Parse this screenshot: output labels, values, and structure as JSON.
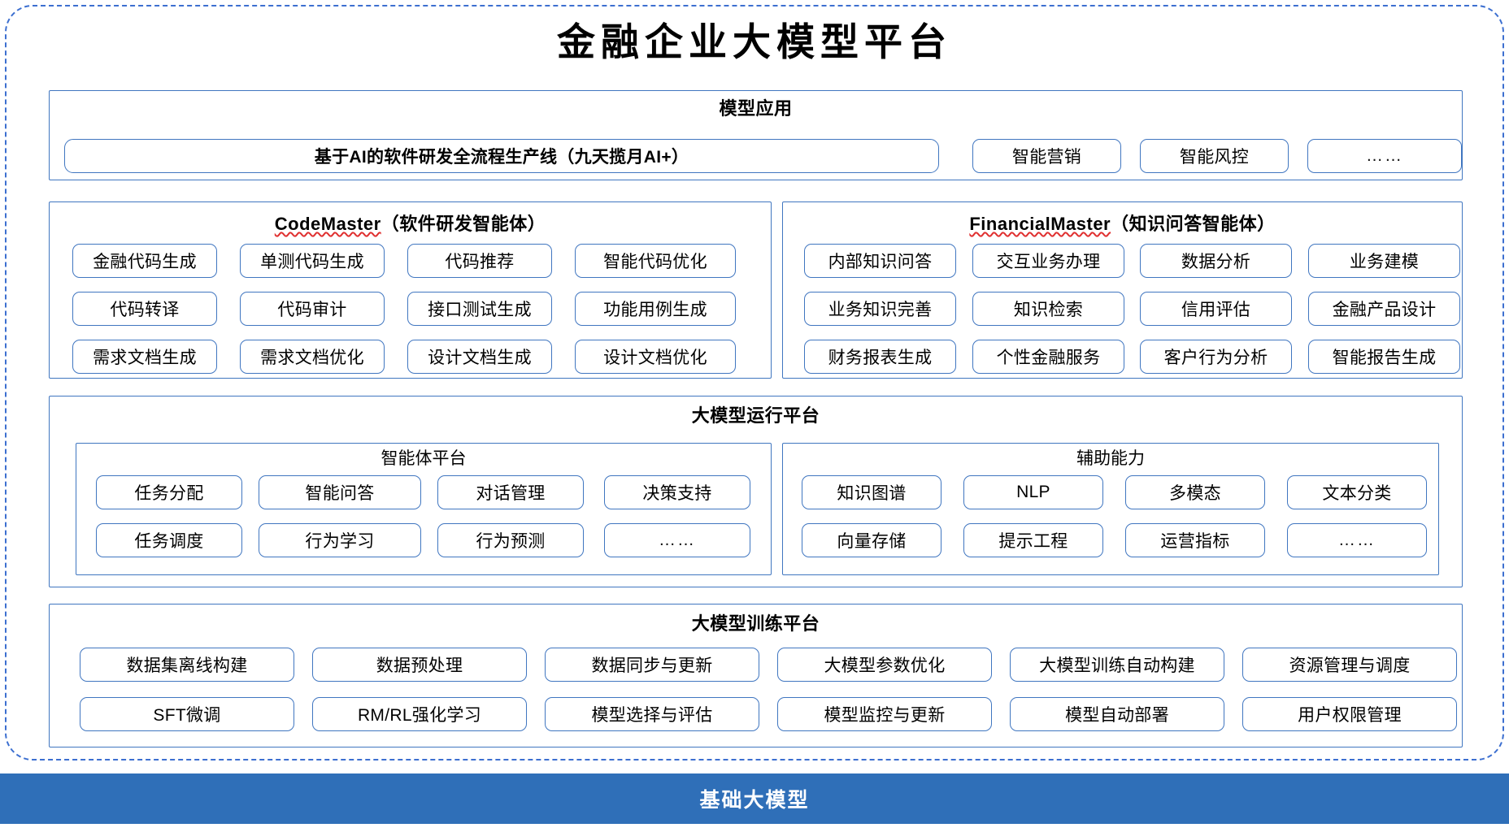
{
  "diagram": {
    "title": "金融企业大模型平台",
    "base_layer_label": "基础大模型",
    "accent_color": "#2F6FB8",
    "border_color": "#4076C0",
    "spellcheck_color": "#E03030"
  },
  "model_application": {
    "title": "模型应用",
    "banner": "基于AI的软件研发全流程生产线（九天揽月AI+）",
    "items": [
      "智能营销",
      "智能风控",
      "……"
    ]
  },
  "code_master": {
    "name": "CodeMaster",
    "suffix": "（软件研发智能体）",
    "items": [
      "金融代码生成",
      "单测代码生成",
      "代码推荐",
      "智能代码优化",
      "代码转译",
      "代码审计",
      "接口测试生成",
      "功能用例生成",
      "需求文档生成",
      "需求文档优化",
      "设计文档生成",
      "设计文档优化"
    ]
  },
  "financial_master": {
    "name": "FinancialMaster",
    "suffix": "（知识问答智能体）",
    "items": [
      "内部知识问答",
      "交互业务办理",
      "数据分析",
      "业务建模",
      "业务知识完善",
      "知识检索",
      "信用评估",
      "金融产品设计",
      "财务报表生成",
      "个性金融服务",
      "客户行为分析",
      "智能报告生成"
    ]
  },
  "runtime_platform": {
    "title": "大模型运行平台",
    "agent_platform": {
      "title": "智能体平台",
      "items": [
        "任务分配",
        "智能问答",
        "对话管理",
        "决策支持",
        "任务调度",
        "行为学习",
        "行为预测",
        "……"
      ]
    },
    "aux_capability": {
      "title": "辅助能力",
      "items": [
        "知识图谱",
        "NLP",
        "多模态",
        "文本分类",
        "向量存储",
        "提示工程",
        "运营指标",
        "……"
      ]
    }
  },
  "training_platform": {
    "title": "大模型训练平台",
    "items": [
      "数据集离线构建",
      "数据预处理",
      "数据同步与更新",
      "大模型参数优化",
      "大模型训练自动构建",
      "资源管理与调度",
      "SFT微调",
      "RM/RL强化学习",
      "模型选择与评估",
      "模型监控与更新",
      "模型自动部署",
      "用户权限管理"
    ]
  }
}
